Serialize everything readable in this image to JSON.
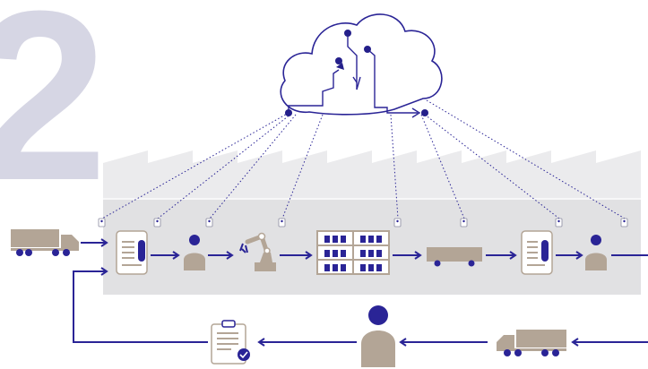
{
  "diagram": {
    "watermark_glyph": "2",
    "colors": {
      "navy": "#2a2496",
      "taupe": "#b3a596",
      "factory_fill": "#e1e1e3",
      "factory_roof": "#ebebed",
      "watermark": "#d6d6e4",
      "node_navy": "#241f8a"
    },
    "icons": {
      "cloud": "cloud-network-icon",
      "factory": "factory-building-icon",
      "sensor": "iot-sensor-icon",
      "truck": "delivery-truck-icon",
      "document": "order-document-icon",
      "worker": "worker-person-icon",
      "robot": "robot-arm-icon",
      "shelf": "warehouse-shelf-icon",
      "agv": "automated-guided-vehicle-icon",
      "checklist": "approval-checklist-icon",
      "customer": "customer-person-icon"
    },
    "sensor_count": 8,
    "process_steps": [
      "incoming-truck",
      "order-document",
      "worker",
      "robot-arm",
      "warehouse-shelf",
      "transport-vehicle",
      "document",
      "worker"
    ],
    "return_steps": [
      "truck",
      "customer",
      "checklist"
    ]
  }
}
